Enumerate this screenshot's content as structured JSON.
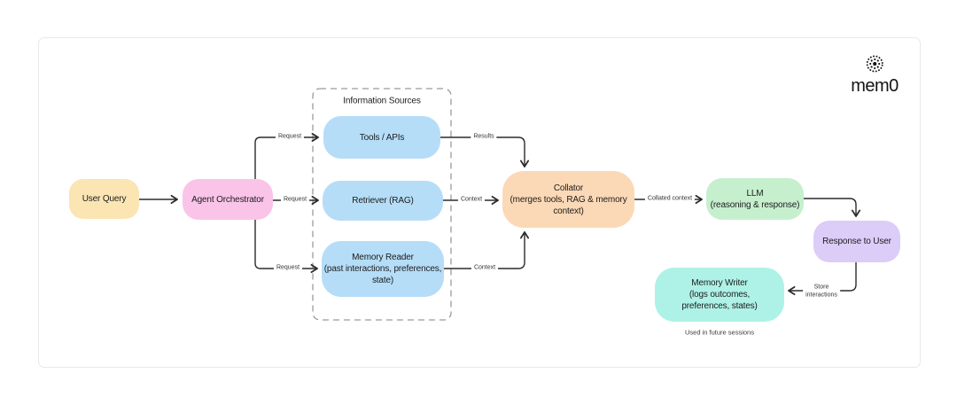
{
  "diagram": {
    "logo": {
      "text": "mem0"
    },
    "info_sources": {
      "title": "Information Sources"
    },
    "nodes": {
      "user_query": {
        "label": "User Query",
        "color": "#FAE5B3"
      },
      "agent_orchestrator": {
        "label": "Agent Orchestrator",
        "color": "#FAC4E8"
      },
      "tools_apis": {
        "label": "Tools / APIs",
        "color": "#B5DDF8"
      },
      "retriever": {
        "label": "Retriever (RAG)",
        "color": "#B5DDF8"
      },
      "memory_reader": {
        "lines": [
          "Memory Reader",
          "(past interactions, preferences,",
          "state)"
        ],
        "color": "#B5DDF8"
      },
      "collator": {
        "lines": [
          "Collator",
          "(merges tools, RAG & memory",
          "context)"
        ],
        "color": "#FBD9B6"
      },
      "llm": {
        "lines": [
          "LLM",
          "(reasoning & response)"
        ],
        "color": "#C6EFCE"
      },
      "response_to_user": {
        "label": "Response to User",
        "color": "#DCCCF8"
      },
      "memory_writer": {
        "lines": [
          "Memory Writer",
          "(logs outcomes,",
          "preferences, states)"
        ],
        "color": "#AEF2E7"
      }
    },
    "edge_labels": {
      "request_tools": "Request",
      "request_retriever": "Request",
      "request_memory": "Request",
      "results": "Results",
      "context_retriever": "Context",
      "context_memory": "Context",
      "collated_context": "Collated context",
      "store_line1": "Store",
      "store_line2": "interactions"
    },
    "notes": {
      "future_sessions": "Used in future sessions"
    },
    "colors": {
      "arrow": "#2b2b2b",
      "dashed_border": "#9a9a9a",
      "card_border": "#e9e9e9",
      "text": "#1c1c1c",
      "canvas_bg": "#ffffff"
    }
  }
}
